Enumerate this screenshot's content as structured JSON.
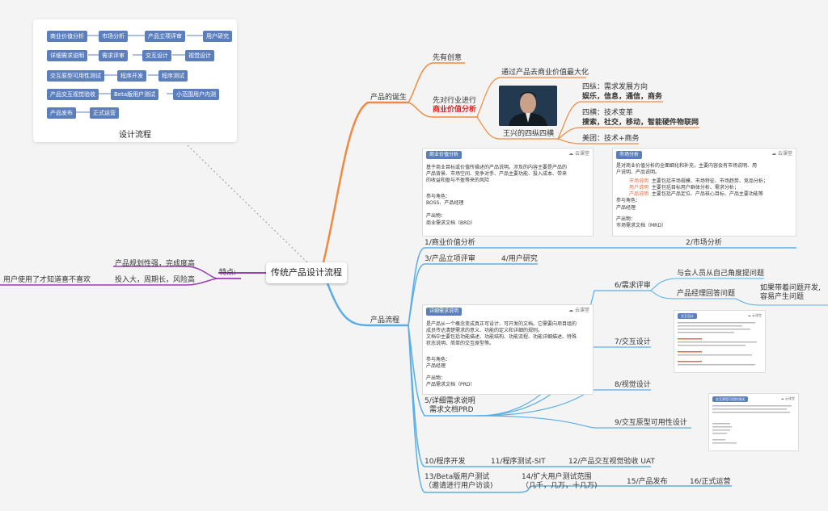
{
  "root": "传统产品设计流程",
  "features": {
    "label": "特点:",
    "items": [
      "产品规划性强，完成度高",
      "投入大，周期长，风险高"
    ],
    "extra": "用户使用了才知道喜不喜欢"
  },
  "design_flow": {
    "caption": "设计流程",
    "rows": [
      [
        "商业价值分析",
        "市场分析",
        "产品立项评审",
        "用户研究"
      ],
      [
        "详细需求说明",
        "需求评审",
        "交互设计",
        "视觉设计"
      ],
      [
        "交互原型可用性测试",
        "程序开发",
        "程序测试"
      ],
      [
        "产品交互视觉验收",
        "Beta版用户测试",
        "小范围用户内测"
      ],
      [
        "产品发布",
        "正式运营"
      ]
    ]
  },
  "birth": {
    "label": "产品的诞生",
    "first": "先有创意",
    "second_line1": "先对行业进行",
    "second_line2": "商业价值分析",
    "goal": "通过产品去商业价值最大化",
    "photo_caption": "王兴的四纵四横",
    "v_title": "四纵：需求发展方向",
    "v_items": "娱乐，信息，通信，商务",
    "h_title": "四横：技术变革",
    "h_items": "搜索，社交，移动，智能硬件物联网",
    "meituan": "美团：技术+商务"
  },
  "process": {
    "label": "产品流程",
    "s1": "1/商业价值分析",
    "s2": "2/市场分析",
    "s3": "3/产品立项评审",
    "s4": "4/用户研究",
    "s5a": "5/详细需求说明",
    "s5b": "需求文档PRD",
    "s6": "6/需求评审",
    "s6a": "与会人员从自己角度提问题",
    "s6b": "产品经理回答问题",
    "s6c1": "如果带着问题开发,",
    "s6c2": "容易产生问题",
    "s7": "7/交互设计",
    "s8": "8/视觉设计",
    "s9": "9/交互原型可用性设计",
    "s10": "10/程序开发",
    "s11": "11/程序测试-SIT",
    "s12": "12/产品交互视觉验收 UAT",
    "s13a": "13/Beta版用户测试",
    "s13b": "（邀请进行用户访谈)",
    "s14a": "14/扩大用户测试范围",
    "s14b": "（几千，几万，十几万)",
    "s15": "15/产品发布",
    "s16": "16/正式运营"
  },
  "cards": {
    "logo": "云课堂",
    "biz": {
      "tag": "商业价值分析",
      "text": [
        "基于商业目标或价值所描述的产品说明。涉及的内容主要是产品的",
        "产品背景、市场空间、竞争对手、产品主要功能、投入成本、带来",
        "的收益和盈与不盈等来的风险"
      ],
      "roles_label": "参与角色：",
      "roles": "BOSS、产品经理",
      "output_label": "产出物：",
      "output": "商业需求文档（BRD）"
    },
    "market": {
      "tag": "市场分析",
      "text": [
        "是对商业价值分析的全面细化和补充，主要内容会有市场说明、用",
        "户说明、产品说明。"
      ],
      "lines": [
        [
          "市场说明",
          "主要包括市场规模、市场特征、市场趋势、竞品分析；"
        ],
        [
          "用户说明",
          "主要包括目标用户群体分析、需求分析；"
        ],
        [
          "产品说明",
          "主要包括产品定位、产品核心目标、产品主要功能等"
        ]
      ],
      "roles_label": "参与角色：",
      "roles": "产品经理",
      "output_label": "产出物：",
      "output": "市场需求文档（MRD）"
    },
    "prd": {
      "tag": "详细需求说明",
      "text": [
        "是产品从一个概念变成真正可设计、可开发的文档。它需要向项目组的",
        "成员传达清楚需求的意义、功能的定义和详细的规则。",
        "文档中主要包括功能描述、功能结构、功能流程、功能详细描述、特殊",
        "状态说明、简单的交互原型等。"
      ],
      "roles_label": "参与角色：",
      "roles": "产品经理",
      "output_label": "产出物：",
      "output": "产品需求文档（PRD）"
    },
    "ixd": {
      "tag": "交互设计"
    },
    "proto": {
      "tag": "交互原型可用性测试"
    }
  },
  "colors": {
    "orange": "#f08a40",
    "blue": "#5aaee6",
    "purple": "#9b3bb5",
    "dashed": "#999999"
  }
}
